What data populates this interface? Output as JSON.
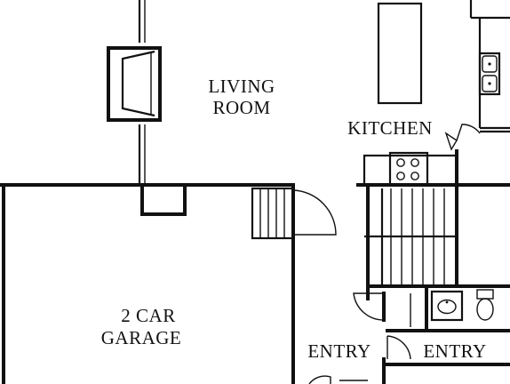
{
  "rooms": {
    "living_room": [
      "LIVING",
      "ROOM"
    ],
    "kitchen": "KITCHEN",
    "garage": [
      "2 CAR",
      "GARAGE"
    ],
    "entry_left": "ENTRY",
    "entry_right": "ENTRY"
  }
}
